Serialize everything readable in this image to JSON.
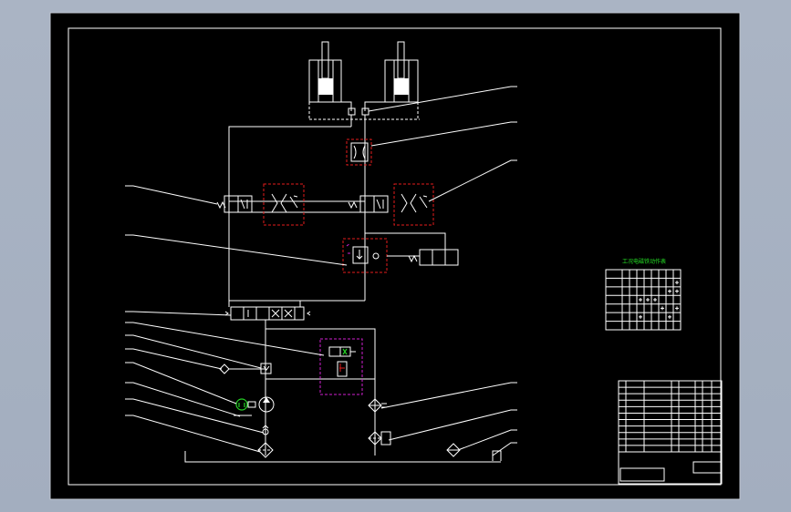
{
  "drawing": {
    "background_color": "#000000",
    "line_color": "#ffffff",
    "highlight_red": "#e31b1b",
    "highlight_magenta": "#d020d0",
    "highlight_green": "#25d025"
  },
  "control_table": {
    "title": "工况电磁铁动作表",
    "rows": 6,
    "cols": 8
  },
  "title_block": {
    "rows": 11
  }
}
